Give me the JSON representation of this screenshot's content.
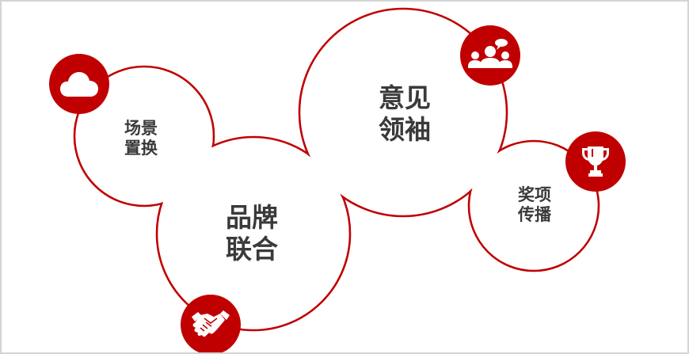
{
  "colors": {
    "accent": "#c00000",
    "text": "#3a3a3a",
    "background": "#ffffff",
    "border": "#d4d4d4"
  },
  "nodes": [
    {
      "id": "scene",
      "line1": "场景",
      "line2": "置换",
      "icon": "cloud-icon"
    },
    {
      "id": "brand",
      "line1": "品牌",
      "line2": "联合",
      "icon": "handshake-icon"
    },
    {
      "id": "kol",
      "line1": "意见",
      "line2": "领袖",
      "icon": "people-chat-icon"
    },
    {
      "id": "award",
      "line1": "奖项",
      "line2": "传播",
      "icon": "trophy-icon"
    }
  ]
}
